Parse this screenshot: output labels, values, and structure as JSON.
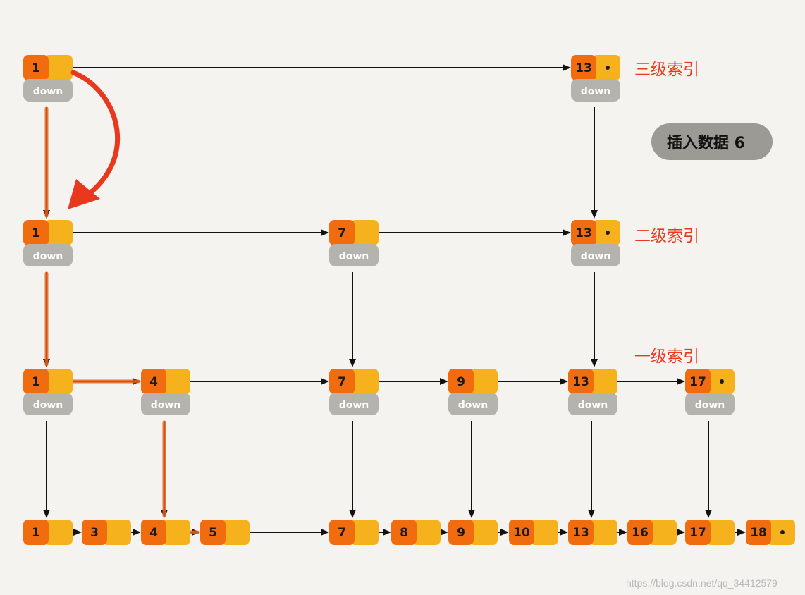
{
  "title": "插入数据 6",
  "levels": [
    {
      "label": "三级索引",
      "nodes": [
        "1",
        "13"
      ]
    },
    {
      "label": "二级索引",
      "nodes": [
        "1",
        "7",
        "13"
      ]
    },
    {
      "label": "一级索引",
      "nodes": [
        "1",
        "4",
        "7",
        "9",
        "13",
        "17"
      ]
    },
    {
      "label": "",
      "nodes": [
        "1",
        "3",
        "4",
        "5",
        "7",
        "8",
        "9",
        "10",
        "13",
        "16",
        "17",
        "18"
      ]
    }
  ],
  "down_label": "down",
  "insert_value": "6",
  "watermark": "https://blog.csdn.net/qq_34412579",
  "colors": {
    "value_box": "#f06c0f",
    "pointer_box": "#f6b21c",
    "down_box": "#b5b3ad",
    "highlight": "#e8381d",
    "path": "#e8601a",
    "arrow": "#111111"
  }
}
